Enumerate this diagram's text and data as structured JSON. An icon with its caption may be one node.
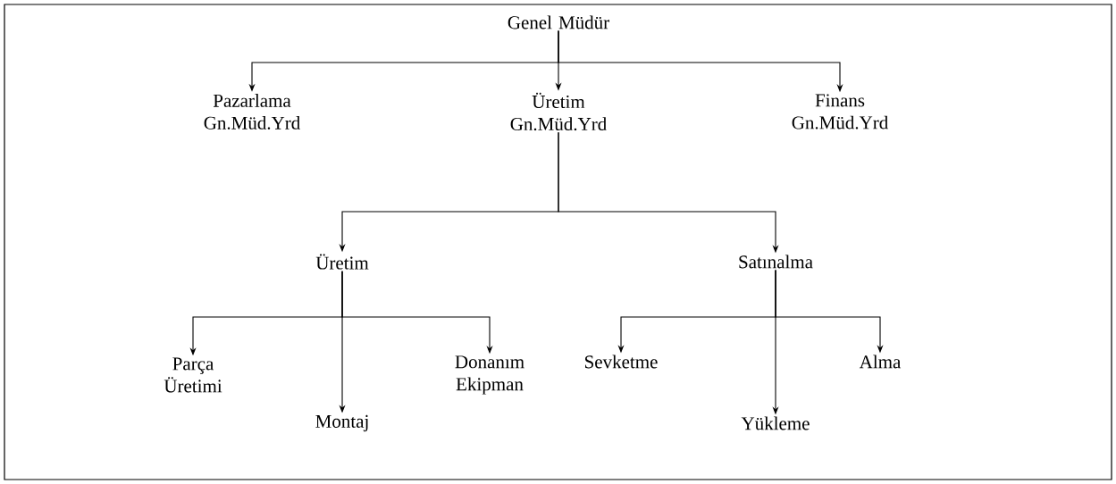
{
  "diagram": {
    "nodes": [
      {
        "text": [
          "Genel Müdür"
        ]
      },
      {
        "text": [
          "Pazarlama Gn.Müd.Yrd"
        ]
      },
      {
        "text": [
          "Üretim Gn.Müd.Yrd"
        ]
      },
      {
        "text": [
          "Finans Gn.Müd.Yrd"
        ]
      },
      {
        "text": [
          "Üretim"
        ]
      },
      {
        "text": [
          "Satınalma"
        ]
      },
      {
        "text": [
          "Parça Üretimi"
        ]
      },
      {
        "text": [
          "Montaj"
        ]
      },
      {
        "text": [
          "Donanım Ekipman"
        ]
      },
      {
        "text": [
          "Sevketme"
        ]
      },
      {
        "text": [
          "Alma"
        ]
      },
      {
        "text": [
          "Yükleme"
        ]
      }
    ],
    "edges": [
      {
        "from": 0,
        "to": 1,
        "arrow": "to"
      },
      {
        "from": 0,
        "to": 2,
        "arrow": "to"
      },
      {
        "from": 0,
        "to": 3,
        "arrow": "to"
      },
      {
        "from": 2,
        "to": 4,
        "arrow": "to"
      },
      {
        "from": 2,
        "to": 5,
        "arrow": "to"
      },
      {
        "from": 4,
        "to": 6,
        "arrow": "to"
      },
      {
        "from": 4,
        "to": 7,
        "arrow": "to"
      },
      {
        "from": 4,
        "to": 8,
        "arrow": "to"
      },
      {
        "from": 5,
        "to": 9,
        "arrow": "to"
      },
      {
        "from": 5,
        "to": 10,
        "arrow": "to"
      },
      {
        "from": 5,
        "to": 11,
        "arrow": "to"
      }
    ]
  }
}
